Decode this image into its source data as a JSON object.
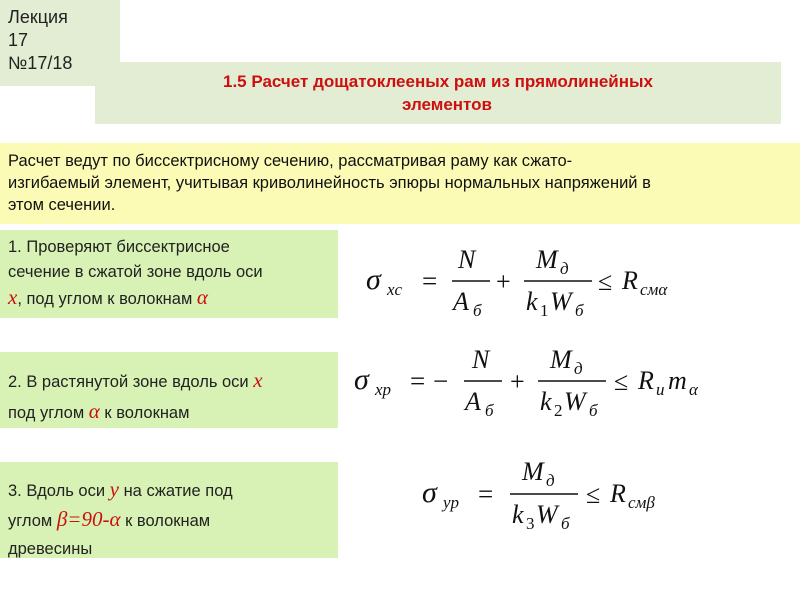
{
  "lecture": {
    "line1": "Лекция",
    "line2": "17",
    "line3": "№17/18"
  },
  "title": {
    "line1": "1.5 Расчет дощатоклееных рам из прямолинейных",
    "line2": "элементов"
  },
  "intro": {
    "line1": "Расчет ведут по биссектрисному сечению, рассматривая раму как сжато-",
    "line2": "изгибаемый элемент, учитывая криволинейность эпюры нормальных напряжений в",
    "line3": "этом сечении."
  },
  "item1": {
    "line1": "1. Проверяют биссектрисное",
    "line2": "сечение в сжатой зоне вдоль оси",
    "axis": "x",
    "text3": ", под углом к волокнам ",
    "angle": "α"
  },
  "item2": {
    "line1a": "2. В растянутой зоне вдоль оси ",
    "axis": "x",
    "line2a": "под углом ",
    "angle": "α",
    "line2b": " к волокнам"
  },
  "item3": {
    "line1a": "3. Вдоль оси ",
    "axis": "y",
    "line1b": " на сжатие под",
    "line2a": "углом ",
    "angle": "β=90-α",
    "line2b": " к волокнам",
    "line3": "древесины"
  },
  "formula1": {
    "sigma": "σ",
    "sub": "xc",
    "eq": "=",
    "n": "N",
    "a": "A",
    "a_sub": "б",
    "plus": "+",
    "m": "M",
    "m_sub": "д",
    "k": "k",
    "k_sub": "1",
    "w": "W",
    "w_sub": "б",
    "le": "≤",
    "r": "R",
    "r_sub": "смα"
  },
  "formula2": {
    "sigma": "σ",
    "sub": "xp",
    "eq": "=",
    "minus": "−",
    "n": "N",
    "a": "A",
    "a_sub": "б",
    "plus": "+",
    "m": "M",
    "m_sub": "д",
    "k": "k",
    "k_sub": "2",
    "w": "W",
    "w_sub": "б",
    "le": "≤",
    "r": "R",
    "r_sub": "и",
    "mm": "m",
    "mm_sub": "α"
  },
  "formula3": {
    "sigma": "σ",
    "sub": "yp",
    "eq": "=",
    "m": "M",
    "m_sub": "д",
    "k": "k",
    "k_sub": "3",
    "w": "W",
    "w_sub": "б",
    "le": "≤",
    "r": "R",
    "r_sub": "смβ"
  }
}
